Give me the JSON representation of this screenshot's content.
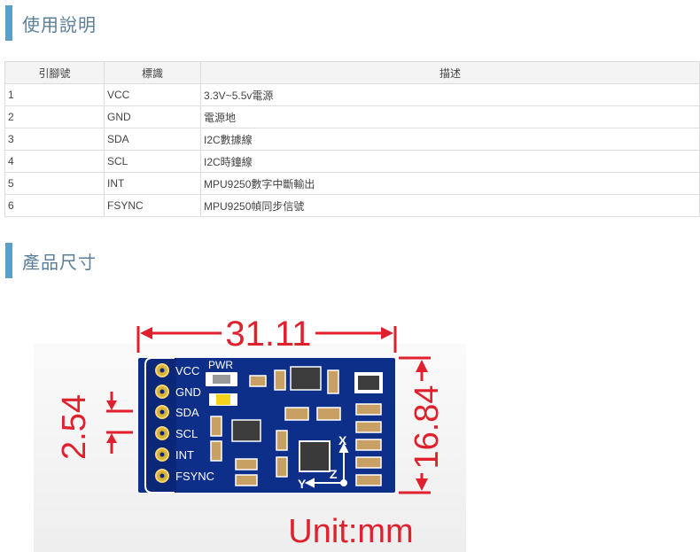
{
  "usage_section": {
    "title": "使用說明"
  },
  "pin_table": {
    "headers": [
      "引腳號",
      "標識",
      "描述"
    ],
    "rows": [
      [
        "1",
        "VCC",
        "3.3V~5.5v電源"
      ],
      [
        "2",
        "GND",
        "電源地"
      ],
      [
        "3",
        "SDA",
        "I2C數據線"
      ],
      [
        "4",
        "SCL",
        "I2C時鐘線"
      ],
      [
        "5",
        "INT",
        "MPU9250數字中斷輸出"
      ],
      [
        "6",
        "FSYNC",
        "MPU9250幀同步信號"
      ]
    ]
  },
  "size_section": {
    "title": "產品尺寸"
  },
  "board_figure": {
    "width_dim": "31.11",
    "height_dim": "16.84",
    "pitch_dim": "2.54",
    "unit_label": "Unit:mm",
    "pin_labels": [
      "VCC",
      "GND",
      "SDA",
      "SCL",
      "INT",
      "FSYNC"
    ],
    "pwr_label": "PWR",
    "axis_labels": [
      "X",
      "Y",
      "Z"
    ],
    "colors": {
      "pcb": "#0d2f8a",
      "dimension": "#e0202c",
      "header_bar": "#5b9fc6",
      "title_text": "#5a7f9a"
    }
  }
}
